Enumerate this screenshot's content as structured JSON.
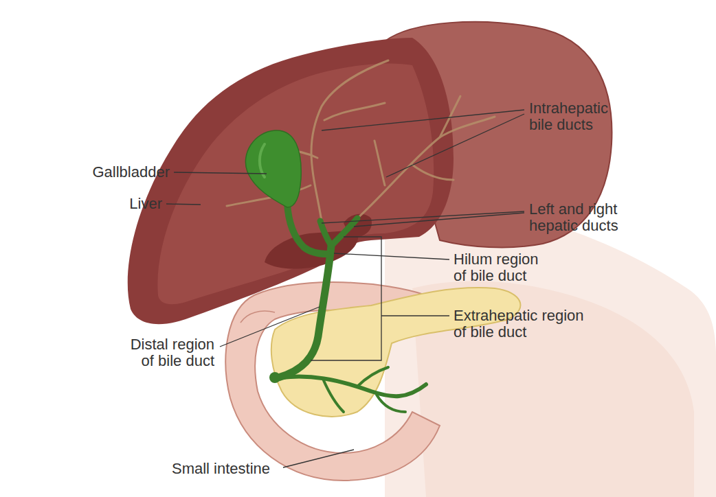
{
  "diagram": {
    "labels": [
      "Intrahepatic bile ducts",
      "Gallbladder",
      "Liver",
      "Left and right hepatic ducts",
      "Hilum region of bile duct",
      "Extrahepatic region of bile duct",
      "Distal region of bile duct",
      "Small intestine"
    ]
  }
}
